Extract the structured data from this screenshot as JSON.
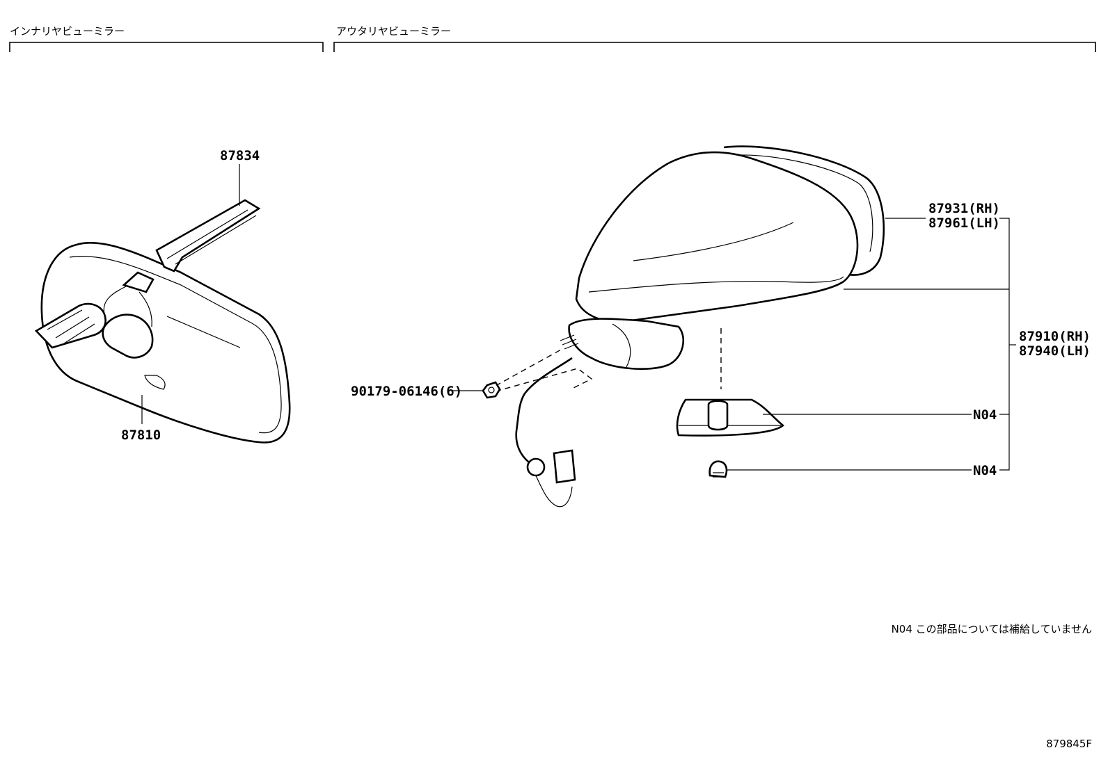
{
  "sections": {
    "inner_mirror_title": "インナリヤビューミラー",
    "outer_mirror_title": "アウタリヤビューミラー"
  },
  "parts": {
    "p87834": "87834",
    "p87810": "87810",
    "p90179": "90179-06146(6)",
    "p87931": "87931(RH)",
    "p87961": "87961(LH)",
    "p87910": "87910(RH)",
    "p87940": "87940(LH)",
    "n04_lamp": "N04",
    "n04_bulb": "N04"
  },
  "note": "N04 この部品については補給していません",
  "diagram_code": "879845F"
}
